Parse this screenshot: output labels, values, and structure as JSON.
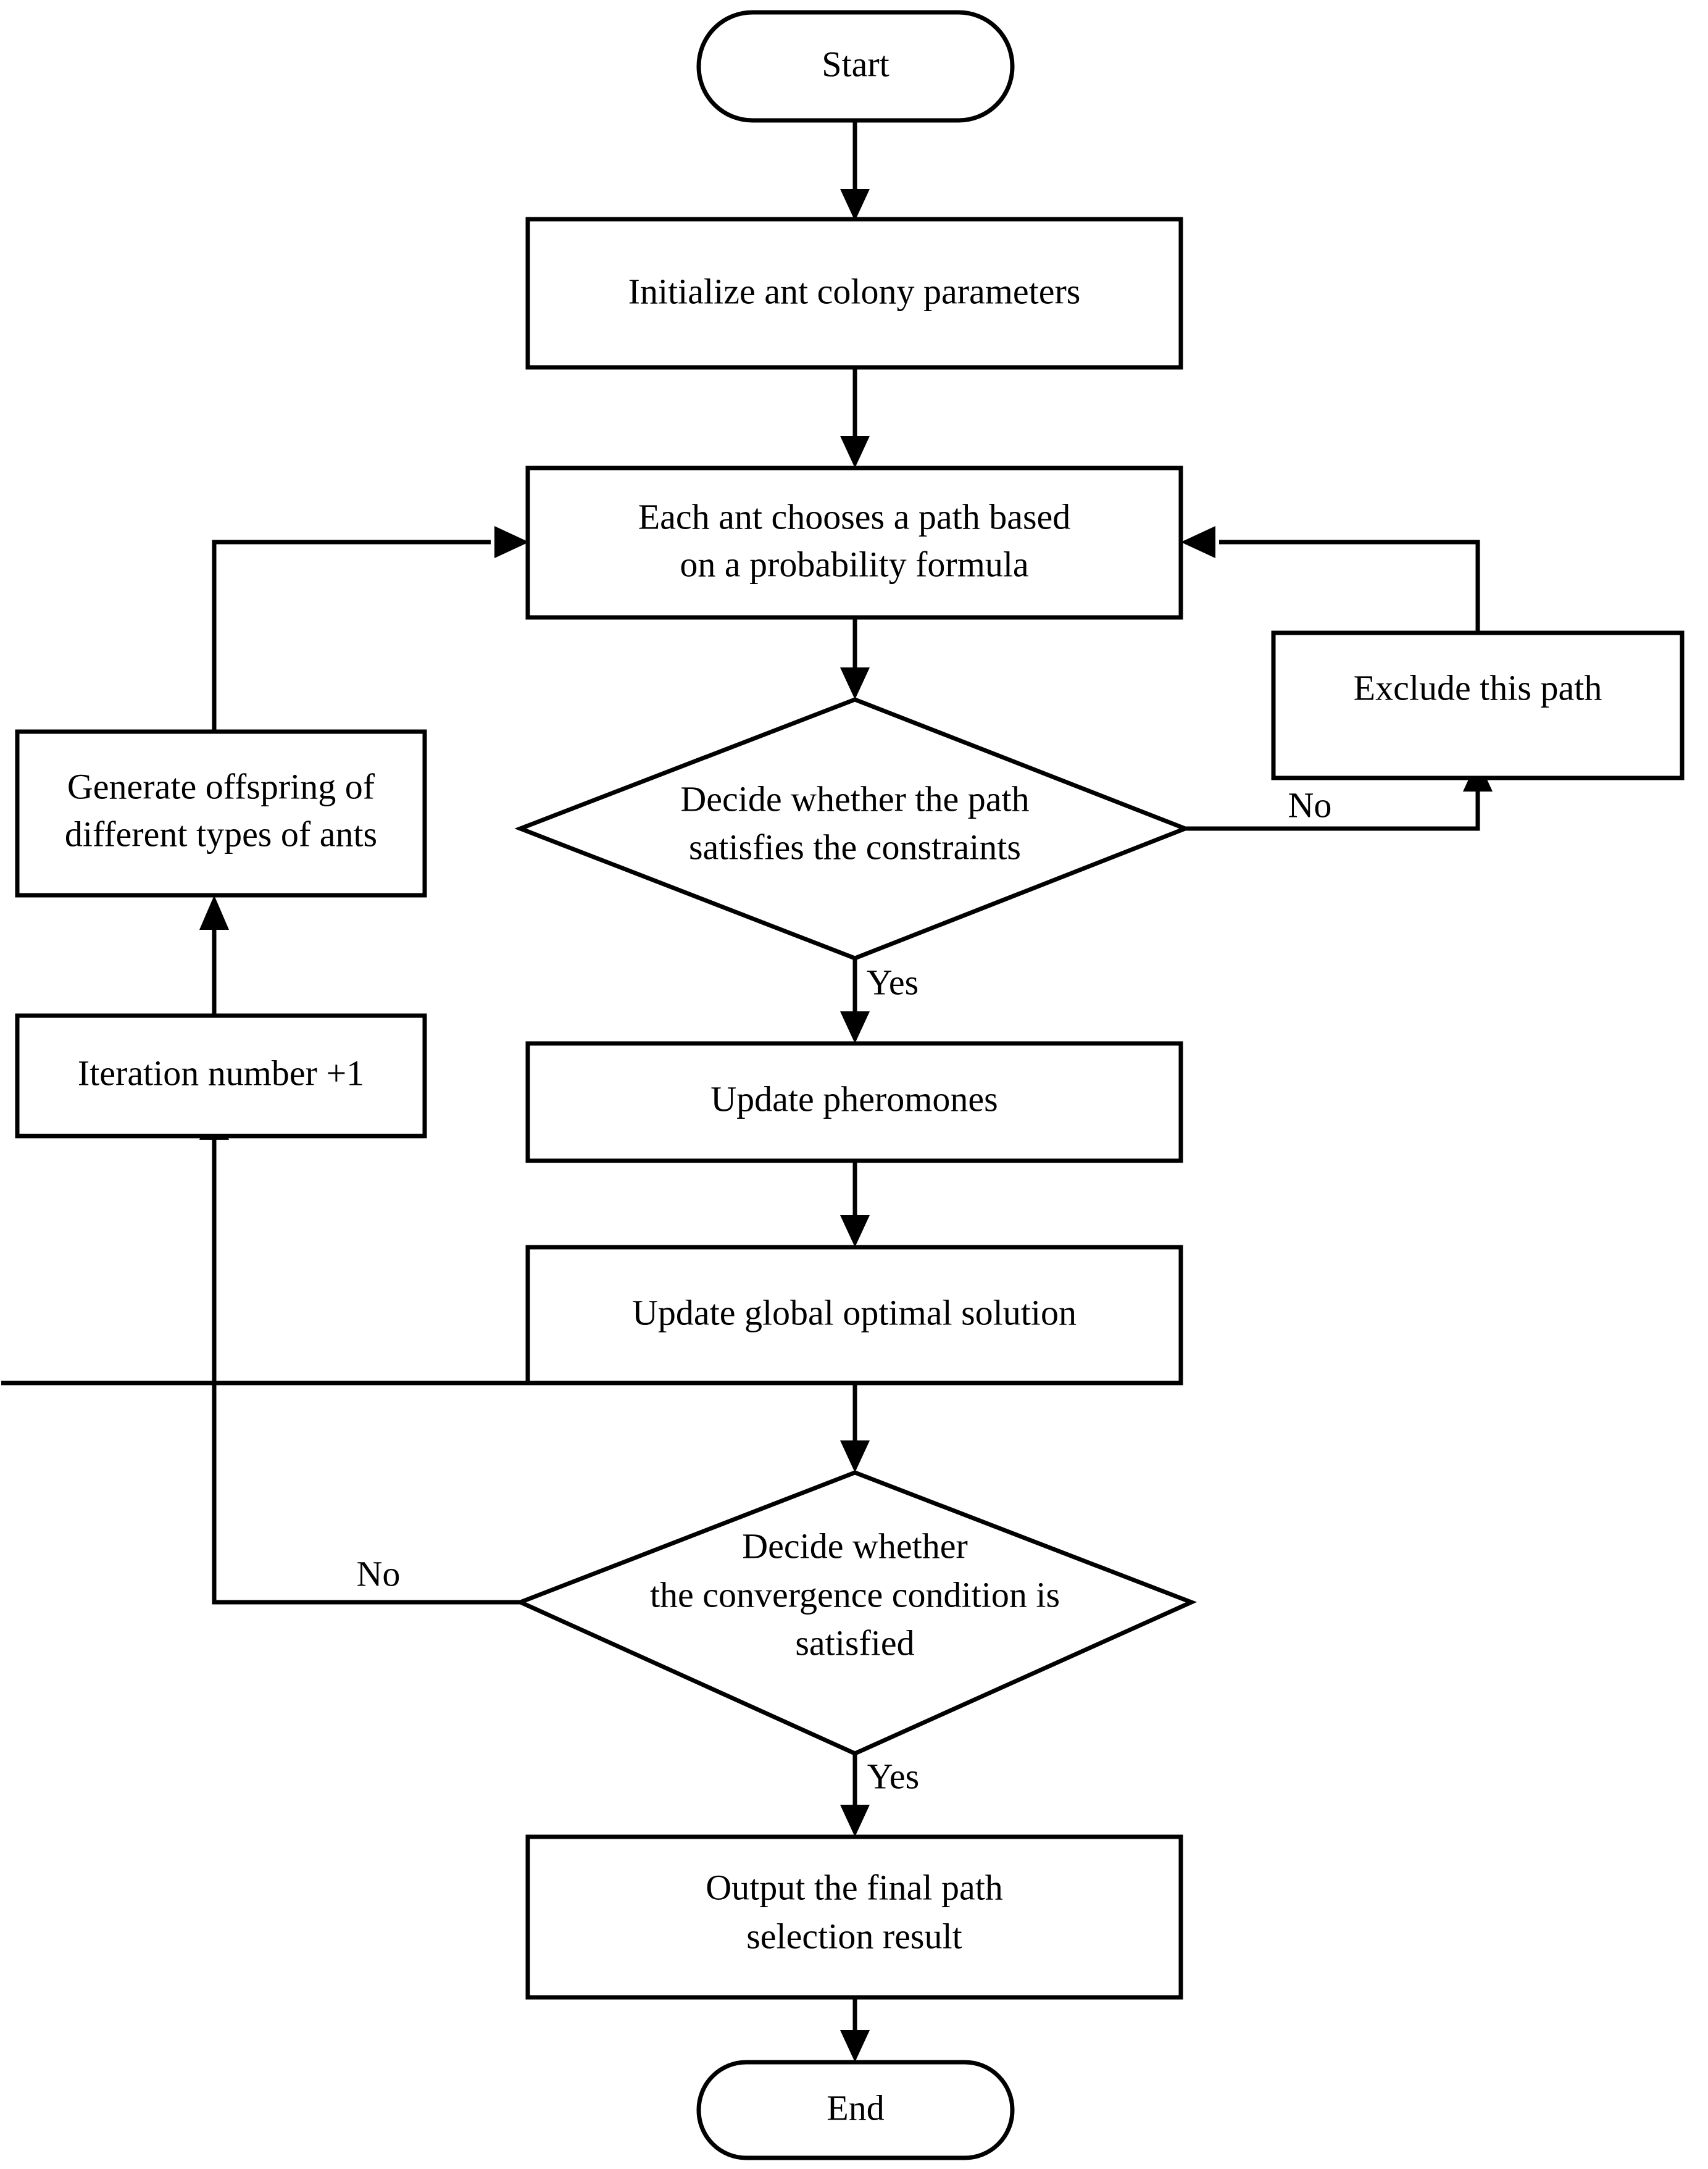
{
  "diagram": {
    "title": "Ant colony optimization path selection flowchart",
    "stroke_color": "#000000",
    "fill_color": "#ffffff",
    "nodes": {
      "start": {
        "label": "Start",
        "shape": "terminator"
      },
      "init": {
        "label": "Initialize ant colony parameters",
        "shape": "process"
      },
      "choose_path_line1": {
        "label": "Each ant chooses a path based",
        "shape": "process"
      },
      "choose_path_line2": {
        "label": "on a probability formula",
        "shape": "process"
      },
      "decide_constraints_line1": {
        "label": "Decide whether the path",
        "shape": "decision"
      },
      "decide_constraints_line2": {
        "label": "satisfies the constraints",
        "shape": "decision"
      },
      "exclude_path": {
        "label": "Exclude this path",
        "shape": "process"
      },
      "generate_offspring_line1": {
        "label": "Generate offspring of",
        "shape": "process"
      },
      "generate_offspring_line2": {
        "label": "different types of ants",
        "shape": "process"
      },
      "iteration_number": {
        "label": "Iteration number +1",
        "shape": "process"
      },
      "update_pheromones": {
        "label": "Update pheromones",
        "shape": "process"
      },
      "update_global": {
        "label": "Update global optimal solution",
        "shape": "process"
      },
      "decide_convergence_line1": {
        "label": "Decide whether",
        "shape": "decision"
      },
      "decide_convergence_line2": {
        "label": "the convergence condition is",
        "shape": "decision"
      },
      "decide_convergence_line3": {
        "label": "satisfied",
        "shape": "decision"
      },
      "output_result_line1": {
        "label": "Output the final path",
        "shape": "process"
      },
      "output_result_line2": {
        "label": "selection result",
        "shape": "process"
      },
      "end": {
        "label": "End",
        "shape": "terminator"
      }
    },
    "edge_labels": {
      "constraints_no": "No",
      "constraints_yes": "Yes",
      "convergence_no": "No",
      "convergence_yes": "Yes"
    }
  }
}
